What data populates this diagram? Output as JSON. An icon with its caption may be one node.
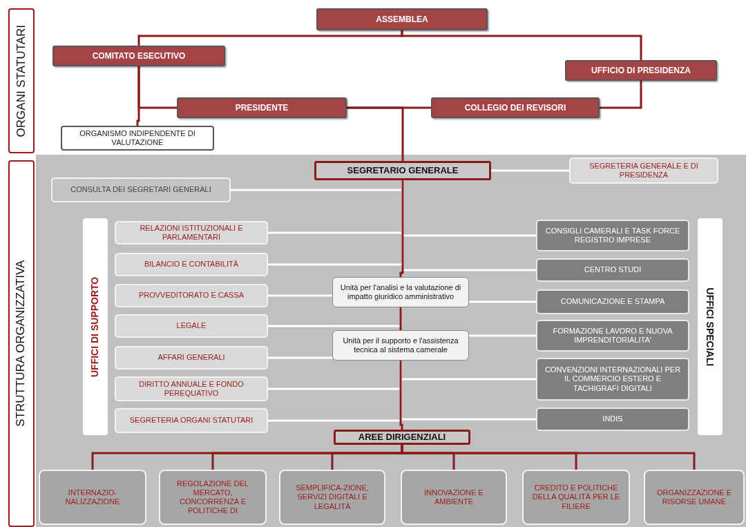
{
  "diagram": {
    "nodes": [
      {
        "text": [
          "ORGANI STATUTARI"
        ]
      },
      {
        "text": [
          "ASSEMBLEA"
        ]
      },
      {
        "text": [
          "COMITATO ESECUTIVO"
        ]
      },
      {
        "text": [
          "UFFICIO DI PRESIDENZA"
        ]
      },
      {
        "text": [
          "PRESIDENTE"
        ]
      },
      {
        "text": [
          "COLLEGIO DEI REVISORI"
        ]
      },
      {
        "text": [
          "ORGANISMO INDIPENDENTE DI VALUTAZIONE"
        ]
      },
      {
        "text": [
          "STRUTTURA ORGANIZZATIVA"
        ]
      },
      {
        "text": [
          "SEGRETARIO GENERALE"
        ]
      },
      {
        "text": [
          "SEGRETERIA GENERALE E DI PRESIDENZA"
        ]
      },
      {
        "text": [
          "CONSULTA DEI SEGRETARI GENERALI"
        ]
      },
      {
        "text": [
          "UFFICI DI SUPPORTO"
        ]
      },
      {
        "text": [
          "RELAZIONI ISTITUZIONALI E PARLAMENTARI"
        ]
      },
      {
        "text": [
          "BILANCIO E CONTABILITÀ"
        ]
      },
      {
        "text": [
          "PROVVEDITORATO E CASSA"
        ]
      },
      {
        "text": [
          "LEGALE"
        ]
      },
      {
        "text": [
          "AFFARI GENERALI"
        ]
      },
      {
        "text": [
          "DIRITTO ANNUALE E FONDO PEREQUATIVO"
        ]
      },
      {
        "text": [
          "SEGRETERIA ORGANI STATUTARI"
        ]
      },
      {
        "text": [
          "Unità per l'analisi e la valutazione di impatto giuridico amministrativo"
        ]
      },
      {
        "text": [
          "Unità per il supporto e l'assistenza tecnica al sistema camerale"
        ]
      },
      {
        "text": [
          "CONSIGLI CAMERALI E TASK FORCE REGISTRO IMPRESE"
        ]
      },
      {
        "text": [
          "CENTRO STUDI"
        ]
      },
      {
        "text": [
          "COMUNICAZIONE E STAMPA"
        ]
      },
      {
        "text": [
          "FORMAZIONE LAVORO E NUOVA IMPRENDITORIALITA'"
        ]
      },
      {
        "text": [
          "CONVENZIONI INTERNAZIONALI PER IL COMMERCIO ESTERO E TACHIGRAFI DIGITALI"
        ]
      },
      {
        "text": [
          "INDIS"
        ]
      },
      {
        "text": [
          "UFFICI SPECIALI"
        ]
      },
      {
        "text": [
          "AREE DIRIGENZIALI"
        ]
      },
      {
        "text": [
          "INTERNAZIO-NALIZZAZIONE"
        ]
      },
      {
        "text": [
          "REGOLAZIONE DEL MERCATO, CONCORRENZA E POLITICHE DI"
        ]
      },
      {
        "text": [
          "SEMPLIFICA-ZIONE, SERVIZI DIGITALI E LEGALITÀ"
        ]
      },
      {
        "text": [
          "INNOVAZIONE E AMBIENTE"
        ]
      },
      {
        "text": [
          "CREDITO E POLITICHE DELLA QUALITÀ PER LE FILIERE"
        ]
      },
      {
        "text": [
          "ORGANIZZAZIONE E RISORSE UMANE"
        ]
      }
    ],
    "edges": [
      {
        "from": 1,
        "to": 2,
        "arrow": "none",
        "color": "#8b1a1a"
      },
      {
        "from": 1,
        "to": 3,
        "arrow": "none",
        "color": "#8b1a1a"
      },
      {
        "from": 2,
        "to": 4,
        "arrow": "none",
        "color": "#8b1a1a"
      },
      {
        "from": 2,
        "to": 6,
        "arrow": "none",
        "color": "#8b1a1a"
      },
      {
        "from": 3,
        "to": 5,
        "arrow": "none",
        "color": "#8b1a1a"
      },
      {
        "from": 4,
        "to": 5,
        "arrow": "none",
        "color": "#8b1a1a"
      },
      {
        "from": 4,
        "to": 8,
        "arrow": "none",
        "color": "#8b1a1a"
      },
      {
        "from": 8,
        "to": 9,
        "arrow": "none",
        "color": "#ffffff"
      },
      {
        "from": 8,
        "to": 10,
        "arrow": "none",
        "color": "#ffffff"
      },
      {
        "from": 8,
        "to": 12,
        "arrow": "none",
        "color": "#ffffff"
      },
      {
        "from": 8,
        "to": 13,
        "arrow": "none",
        "color": "#ffffff"
      },
      {
        "from": 8,
        "to": 21,
        "arrow": "none",
        "color": "#ffffff"
      },
      {
        "from": 8,
        "to": 22,
        "arrow": "none",
        "color": "#ffffff"
      },
      {
        "from": 8,
        "to": 19,
        "arrow": "none",
        "color": "#8b1a1a"
      },
      {
        "from": 19,
        "to": 14,
        "arrow": "none",
        "color": "#ffffff"
      },
      {
        "from": 19,
        "to": 23,
        "arrow": "none",
        "color": "#ffffff"
      },
      {
        "from": 19,
        "to": 15,
        "arrow": "none",
        "color": "#ffffff"
      },
      {
        "from": 19,
        "to": 20,
        "arrow": "none",
        "color": "#8b1a1a"
      },
      {
        "from": 20,
        "to": 16,
        "arrow": "none",
        "color": "#ffffff"
      },
      {
        "from": 20,
        "to": 24,
        "arrow": "none",
        "color": "#ffffff"
      },
      {
        "from": 20,
        "to": 17,
        "arrow": "none",
        "color": "#ffffff"
      },
      {
        "from": 20,
        "to": 18,
        "arrow": "none",
        "color": "#ffffff"
      },
      {
        "from": 20,
        "to": 25,
        "arrow": "none",
        "color": "#ffffff"
      },
      {
        "from": 20,
        "to": 26,
        "arrow": "none",
        "color": "#ffffff"
      },
      {
        "from": 20,
        "to": 28,
        "arrow": "none",
        "color": "#8b1a1a"
      },
      {
        "from": 28,
        "to": 29,
        "arrow": "none",
        "color": "#8b1a1a"
      },
      {
        "from": 28,
        "to": 30,
        "arrow": "none",
        "color": "#8b1a1a"
      },
      {
        "from": 28,
        "to": 31,
        "arrow": "none",
        "color": "#8b1a1a"
      },
      {
        "from": 28,
        "to": 32,
        "arrow": "none",
        "color": "#8b1a1a"
      },
      {
        "from": 28,
        "to": 33,
        "arrow": "none",
        "color": "#8b1a1a"
      },
      {
        "from": 28,
        "to": 34,
        "arrow": "none",
        "color": "#8b1a1a"
      }
    ]
  }
}
